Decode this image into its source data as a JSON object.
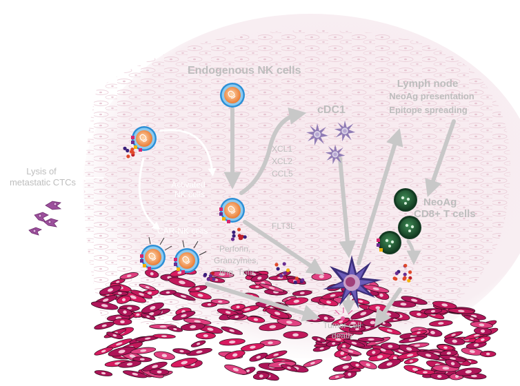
{
  "labels": {
    "endogenous_nk": "Endogenous NK cells",
    "cdc1": "cDC1",
    "lymph_node": "Lymph node",
    "neoag_presentation": "NeoAg presentation",
    "epitope_spreading": "Epitope spreading",
    "lysis_line1": "Lysis of",
    "lysis_line2": "metastatic CTCs",
    "activated_line1": "Activated",
    "activated_line2": "NK cells",
    "cart_nk": "CAR-NK cells",
    "xcl1": "XCL1",
    "xcl2": "XCL2",
    "ccl5": "CCL5",
    "flt3l": "FLT3L",
    "perforin": "Perforin,",
    "granzymes": "Granzymes,",
    "ifng_tnfa": "Ifng, Tnfa",
    "neoag_line1": "NeoAg",
    "neoag_line2": "CD8+ T cells",
    "tumor_line1": "Tumor cell",
    "tumor_line2": "death"
  },
  "colors": {
    "arrow": "#c8c8c8",
    "tissue_pink": "#f1d8e0",
    "tumor_magenta": "#c2185b",
    "nk_blue": "#2b8fd6",
    "nk_orange": "#f28a30",
    "dc_purple": "#7b5ea7",
    "tcell_green": "#1f5e34",
    "ctc_purple": "#9c4f9c"
  }
}
